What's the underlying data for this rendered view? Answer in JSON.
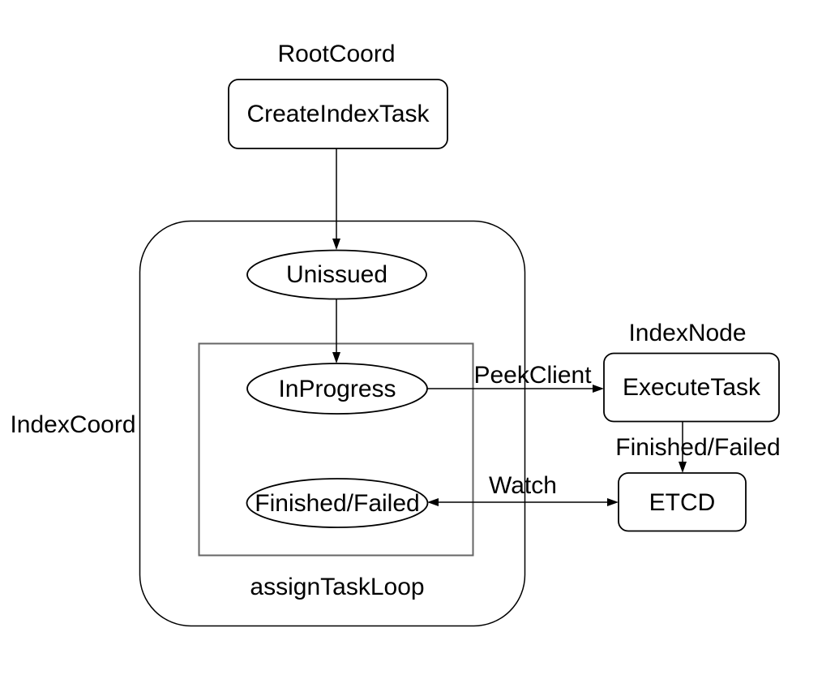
{
  "diagram": {
    "type": "flowchart",
    "background": "#ffffff"
  },
  "colors": {
    "shape_stroke": "#000000",
    "loop_box_stroke": "#666666",
    "shape_fill": "#ffffff",
    "text": "#000000",
    "arrow": "#000000"
  },
  "group_labels": {
    "root_coord": "RootCoord",
    "index_coord": "IndexCoord",
    "index_node": "IndexNode",
    "assign_task_loop": "assignTaskLoop"
  },
  "nodes": {
    "create_index_task": {
      "label": "CreateIndexTask",
      "shape": "rounded-rect"
    },
    "unissued": {
      "label": "Unissued",
      "shape": "ellipse"
    },
    "in_progress": {
      "label": "InProgress",
      "shape": "ellipse"
    },
    "finished_failed": {
      "label": "Finished/Failed",
      "shape": "ellipse"
    },
    "execute_task": {
      "label": "ExecuteTask",
      "shape": "rounded-rect"
    },
    "etcd": {
      "label": "ETCD",
      "shape": "rounded-rect"
    }
  },
  "edges": {
    "create_to_unissued": {
      "from": "CreateIndexTask",
      "to": "Unissued",
      "label": "",
      "arrows": "end"
    },
    "unissued_to_in_progress": {
      "from": "Unissued",
      "to": "InProgress",
      "label": "",
      "arrows": "end"
    },
    "peek_client": {
      "from": "InProgress",
      "to": "ExecuteTask",
      "label": "PeekClient",
      "arrows": "end"
    },
    "finished_failed": {
      "from": "ExecuteTask",
      "to": "ETCD",
      "label": "Finished/Failed",
      "arrows": "end"
    },
    "watch": {
      "from": "Finished/Failed",
      "to": "ETCD",
      "label": "Watch",
      "arrows": "both"
    }
  }
}
